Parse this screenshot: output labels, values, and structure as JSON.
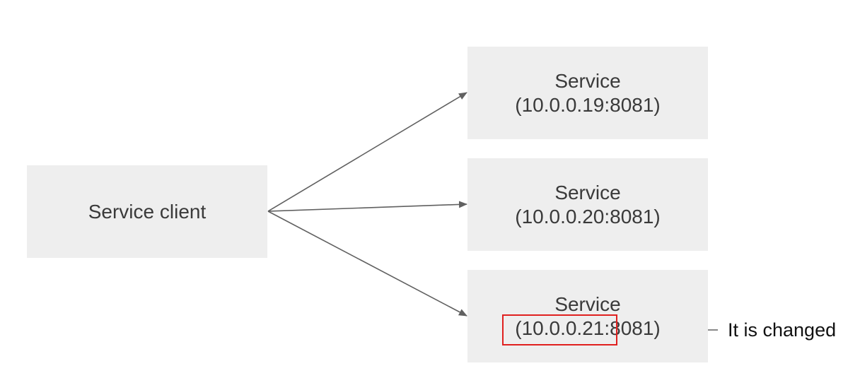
{
  "client": {
    "label": "Service client"
  },
  "services": [
    {
      "name": "Service",
      "address": "(10.0.0.19:8081)"
    },
    {
      "name": "Service",
      "address": "(10.0.0.20:8081)"
    },
    {
      "name": "Service",
      "address": "(10.0.0.21:8081)"
    }
  ],
  "annotation": {
    "text": "It is changed"
  },
  "colors": {
    "box_fill": "#eeeeee",
    "arrow": "#606060",
    "highlight": "#e0201f"
  }
}
